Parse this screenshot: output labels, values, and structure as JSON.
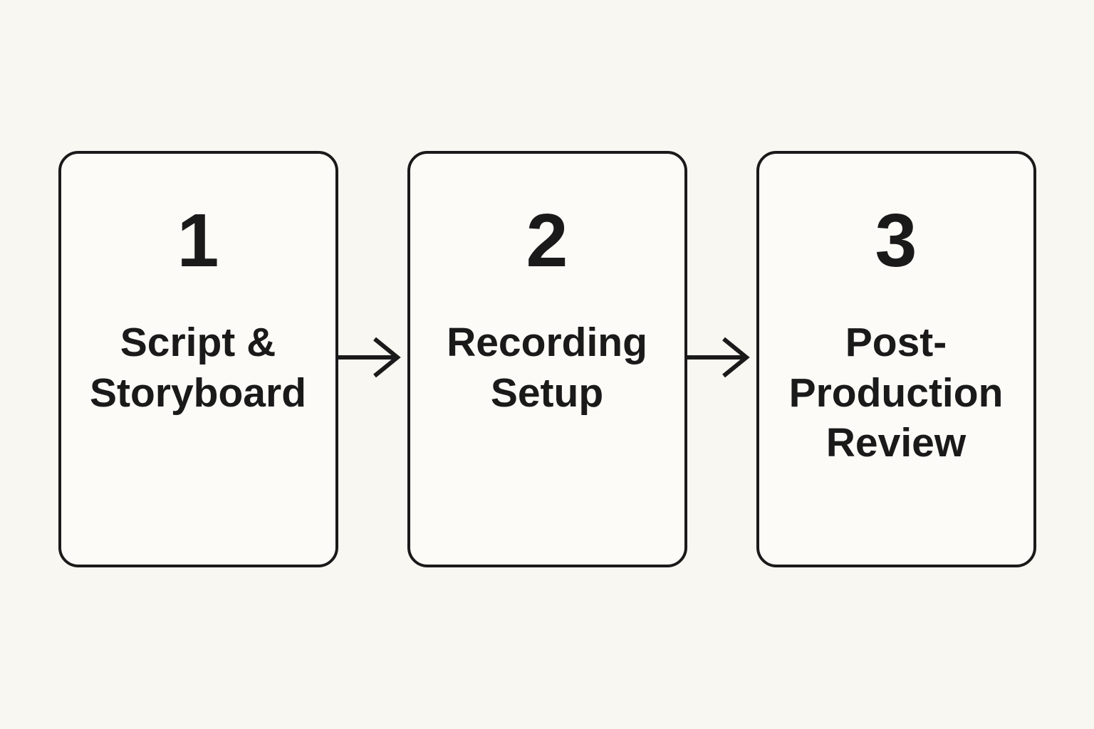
{
  "diagram": {
    "type": "flowchart",
    "direction": "left-to-right",
    "steps": [
      {
        "number": "1",
        "label": "Script & Storyboard"
      },
      {
        "number": "2",
        "label": "Recording Setup"
      },
      {
        "number": "3",
        "label": "Post-Production Review"
      }
    ],
    "connectors": [
      {
        "from": "1",
        "to": "2",
        "icon": "arrow-right-icon"
      },
      {
        "from": "2",
        "to": "3",
        "icon": "arrow-right-icon"
      }
    ]
  },
  "colors": {
    "background": "#f9f7f2",
    "card_background": "#fcfbf7",
    "ink": "#1a1a1a"
  }
}
